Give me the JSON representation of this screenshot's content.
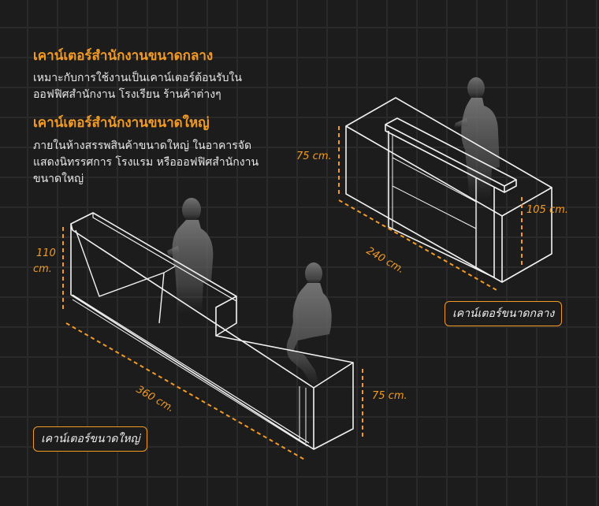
{
  "sections": {
    "medium_title": "เคาน์เตอร์สำนักงานขนาดกลาง",
    "medium_desc_line1": "เหมาะกับการใช้งานเป็นเคาน์เตอร์ต้อนรับใน",
    "medium_desc_line2": "ออฟฟิศสำนักงาน โรงเรียน ร้านค้าต่างๆ",
    "large_title": "เคาน์เตอร์สำนักงานขนาดใหญ่",
    "large_desc_line1": "ภายในห้างสรรพสินค้าขนาดใหญ่ ในอาคารจัด",
    "large_desc_line2": "แสดงนิทรรศการ โรงแรม หรือออฟฟิศสำนักงาน",
    "large_desc_line3": "ขนาดใหญ่"
  },
  "medium_counter": {
    "label": "เคาน์เตอร์ขนาดกลาง",
    "height_front": "75 cm.",
    "height_back": "105 cm.",
    "width": "240 cm."
  },
  "large_counter": {
    "label": "เคาน์เตอร์ขนาดใหญ่",
    "height_front_line1": "110",
    "height_front_line2": "cm.",
    "height_back": "75 cm.",
    "width": "360 cm."
  },
  "colors": {
    "background": "#1c1c1c",
    "grid": "#2a2a2a",
    "accent": "#f39a24",
    "line": "#f2f2f2",
    "silhouette": "#6a6a6a"
  }
}
